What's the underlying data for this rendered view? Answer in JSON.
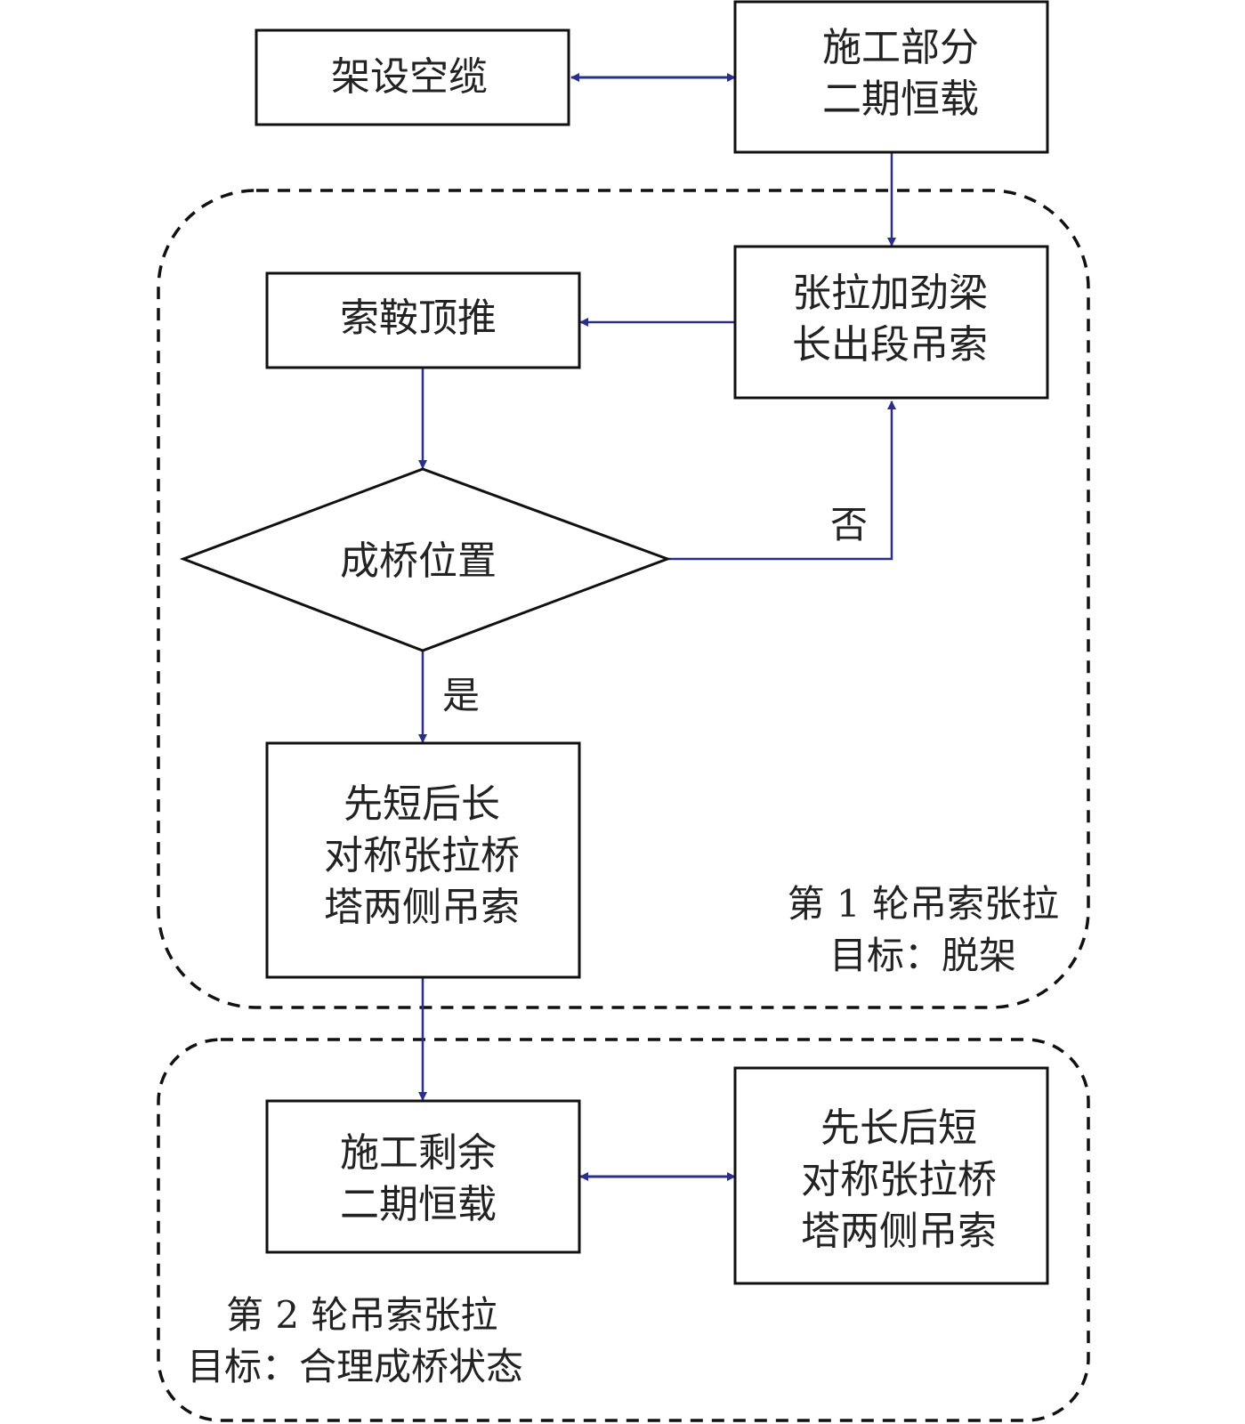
{
  "colors": {
    "arrow": "#2b2f8c",
    "stroke": "#111111",
    "dash": "#111111"
  },
  "nodes": {
    "erect_cable": {
      "lines": [
        "架设空缆"
      ]
    },
    "partial_dead_load": {
      "lines": [
        "施工部分",
        "二期恒载"
      ]
    },
    "tension_long_hangers": {
      "lines": [
        "张拉加劲梁",
        "长出段吊索"
      ]
    },
    "saddle_push": {
      "lines": [
        "索鞍顶推"
      ]
    },
    "decision_final_position": {
      "lines": [
        "成桥位置"
      ]
    },
    "short_then_long": {
      "lines": [
        "先短后长",
        "对称张拉桥",
        "塔两侧吊索"
      ]
    },
    "remaining_dead_load": {
      "lines": [
        "施工剩余",
        "二期恒载"
      ]
    },
    "long_then_short": {
      "lines": [
        "先长后短",
        "对称张拉桥",
        "塔两侧吊索"
      ]
    }
  },
  "edge_labels": {
    "no": "否",
    "yes": "是"
  },
  "groups": {
    "round1": {
      "lines": [
        "第 1 轮吊索张拉",
        "目标：脱架"
      ]
    },
    "round2": {
      "lines": [
        "第 2 轮吊索张拉",
        "目标：合理成桥状态"
      ]
    }
  }
}
